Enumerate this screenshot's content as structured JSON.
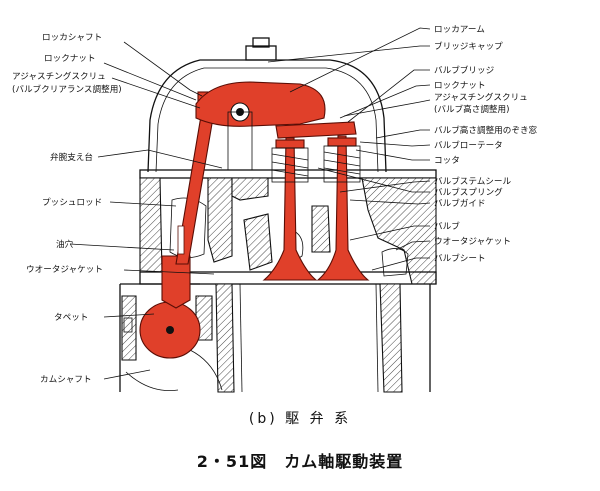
{
  "labels": {
    "rocker_shaft": "ロッカシャフト",
    "lock_nut_left": "ロックナット",
    "adjusting_screw_left_1": "アジャスチングスクリュ",
    "adjusting_screw_left_2": "(バルブクリアランス調整用)",
    "support": "弁腕支え台",
    "push_rod": "プッシュロッド",
    "oil_hole": "油穴",
    "water_jacket_left": "ウオータジャケット",
    "tappet": "タペット",
    "camshaft": "カムシャフト",
    "rocker_arm": "ロッカアーム",
    "bridge_cap": "ブリッジキャップ",
    "valve_bridge": "バルブブリッジ",
    "lock_nut_right": "ロックナット",
    "adjusting_screw_right_1": "アジャスチングスクリュ",
    "adjusting_screw_right_2": "(バルブ高さ調整用)",
    "inspection_window": "バルブ高さ調整用のぞき窓",
    "valve_rotator": "バルブローテータ",
    "cotter": "コッタ",
    "valve_stem_seal": "バルブステムシール",
    "valve_spring": "バルブスプリング",
    "valve_guide": "バルブガイド",
    "valve": "バルブ",
    "water_jacket_right": "ウオータジャケット",
    "valve_seat": "バルブシート"
  },
  "caption": {
    "sub": "(b) 駆 弁 系",
    "main": "2・51図　カム軸駆動装置"
  },
  "colors": {
    "highlight": "#e0402a",
    "ink": "#111111"
  }
}
